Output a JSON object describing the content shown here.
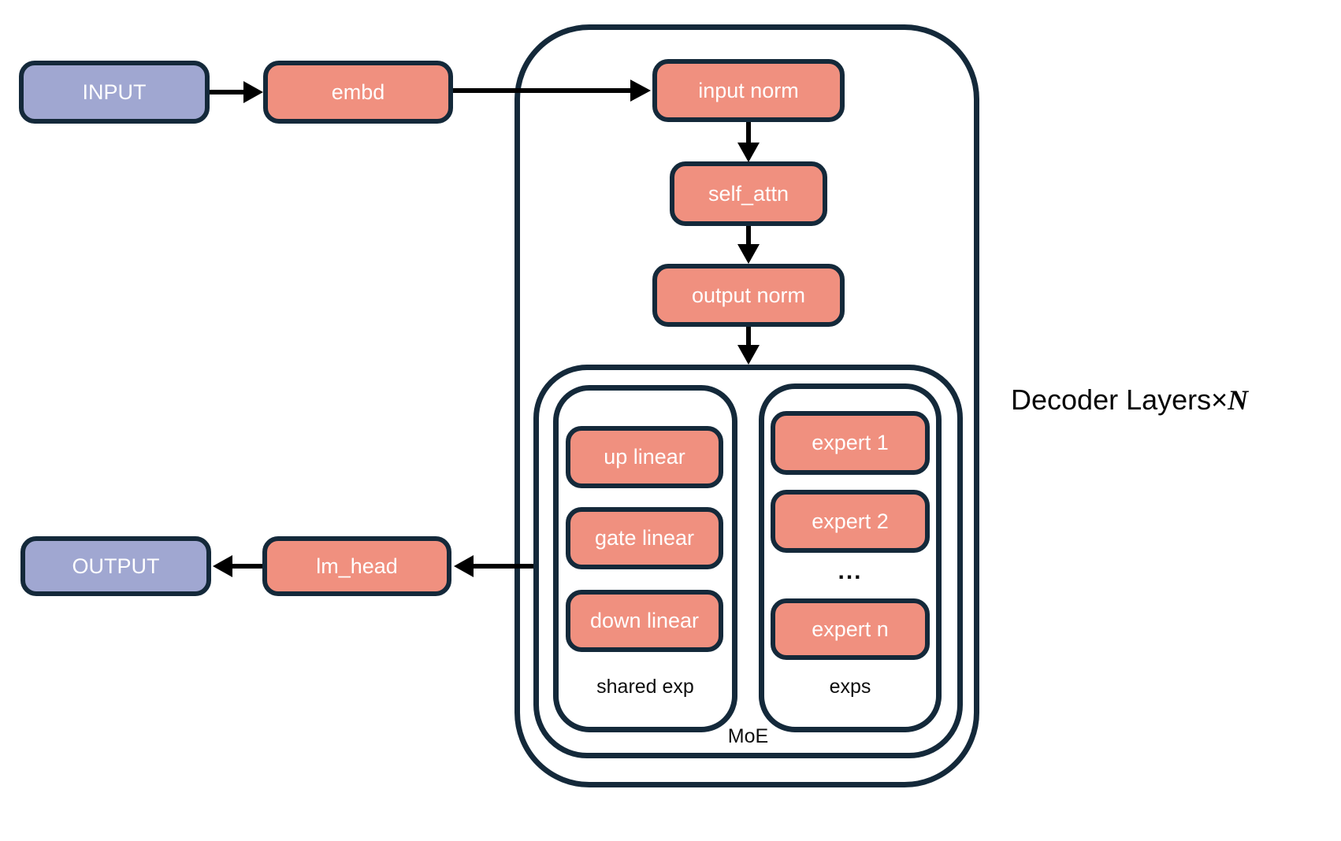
{
  "diagram": {
    "nodes": {
      "input": "INPUT",
      "embd": "embd",
      "input_norm": "input norm",
      "self_attn": "self_attn",
      "output_norm": "output norm",
      "up_linear": "up linear",
      "gate_linear": "gate linear",
      "down_linear": "down linear",
      "expert_1": "expert 1",
      "expert_2": "expert 2",
      "ellipsis": "...",
      "expert_n": "expert n",
      "lm_head": "lm_head",
      "output": "OUTPUT"
    },
    "containers": {
      "shared_exp_label": "shared exp",
      "exps_label": "exps",
      "moe_label": "MoE"
    },
    "side_label": {
      "text": "Decoder Layers",
      "times": "×",
      "n": "N"
    },
    "colors": {
      "io_fill": "#a0a7d1",
      "block_fill": "#f0907f",
      "border": "#14293a",
      "arrow": "#000000",
      "label_text": "#0e0e0e",
      "node_text": "#ffffff",
      "background": "#ffffff"
    }
  }
}
